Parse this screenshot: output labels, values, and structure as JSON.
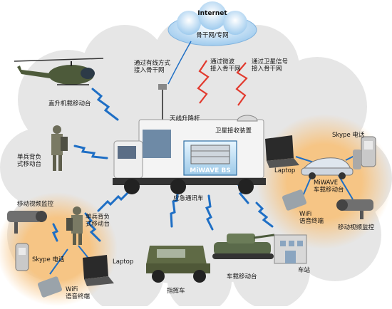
{
  "internet": {
    "title": "Internet",
    "backbone": "骨干网/专网"
  },
  "links": {
    "wired": "通过有线方式\n接入骨干网",
    "microwave": "通过微波\n接入骨干网",
    "satellite": "通过卫星信号\n接入骨干网"
  },
  "nodes": {
    "helicopter": "直升机载移动台",
    "mast": "天线升降杆",
    "satellite_rx": "卫星接收装置",
    "backpack": "单兵背负\n式移动台",
    "miwave_bs": "MiWAVE BS",
    "comm_vehicle": "应急通讯车",
    "skype_right": "Skype 电话",
    "laptop_right": "Laptop",
    "miwave_car": "MiWAVE\n车载移动台",
    "wifi_right": "WiFi\n语音终端",
    "video_right": "移动视频监控",
    "video_left": "移动视频监控",
    "backpack_left": "单兵背负\n式移动台",
    "skype_left": "Skype 电话",
    "laptop_left": "Laptop",
    "wifi_left": "WiFi\n语音终端",
    "command_car": "指挥车",
    "tank": "车载移动台",
    "station": "车站"
  },
  "colors": {
    "cloud": "#e6e6e6",
    "blue_cloud": "#b9d9f2",
    "orange_glow": "#f6c585",
    "wave_blue": "#1f6fc5",
    "wave_red": "#e23a2e"
  }
}
